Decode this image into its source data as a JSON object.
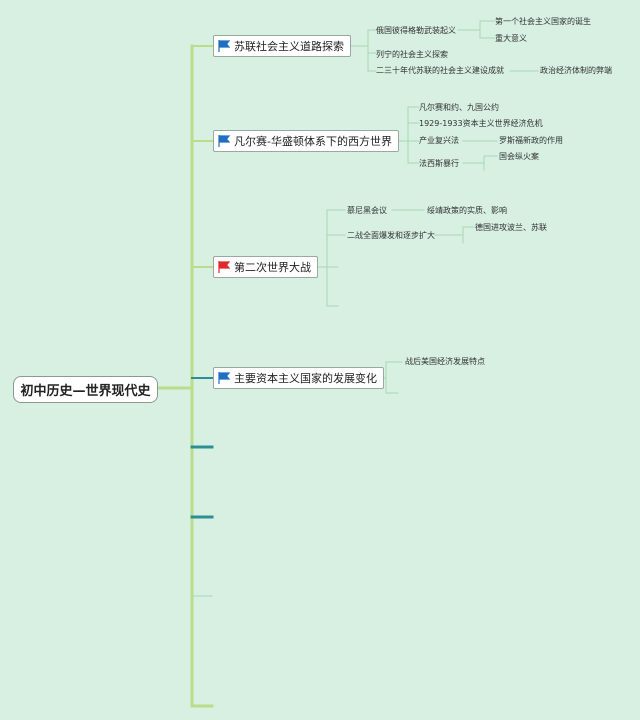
{
  "root": {
    "label": "初中历史—世界现代史"
  },
  "topics": [
    {
      "id": "t1",
      "label": "苏联社会主义道路探索",
      "flag": "blue-flag-icon",
      "flag_color": "#1f6fc2",
      "items": [
        {
          "id": "t1a",
          "label": "俄国彼得格勒武装起义",
          "children": [
            "第一个社会主义国家的诞生",
            "重大意义"
          ]
        },
        {
          "id": "t1b",
          "label": "列宁的社会主义探索",
          "children": []
        },
        {
          "id": "t1c",
          "label": "二三十年代苏联的社会主义建设成就",
          "children": [
            "政治经济体制的弊端"
          ]
        }
      ]
    },
    {
      "id": "t2",
      "label": "凡尔赛-华盛顿体系下的西方世界",
      "flag": "blue-flag-icon",
      "flag_color": "#1f6fc2",
      "items": [
        {
          "id": "t2a",
          "label": "凡尔赛和约、九国公约",
          "children": []
        },
        {
          "id": "t2b",
          "label": "1929-1933资本主义世界经济危机",
          "children": []
        },
        {
          "id": "t2c",
          "label": "产业复兴法",
          "children": [
            "罗斯福新政的作用"
          ]
        },
        {
          "id": "t2d",
          "label": "法西斯暴行",
          "children": [
            "国会纵火案"
          ]
        }
      ]
    },
    {
      "id": "t3",
      "label": "第二次世界大战",
      "flag": "red-flag-icon",
      "flag_color": "#e02a2a",
      "items": [
        {
          "id": "t3a",
          "label": "慕尼黑会议",
          "children": [
            "绥靖政策的实质、影响"
          ]
        },
        {
          "id": "t3b",
          "label": "二战全面爆发和逐步扩大",
          "children": [
            "德国进攻波兰、苏联"
          ]
        }
      ]
    },
    {
      "id": "t4",
      "label": "主要资本主义国家的发展变化",
      "flag": "blue-flag-icon",
      "flag_color": "#1f6fc2",
      "items": [
        {
          "id": "t4a",
          "label": "战后美国经济发展特点",
          "children": []
        }
      ]
    }
  ],
  "colors": {
    "background": "#d7f0e2",
    "trunk": "#b8de8c",
    "branch_dark": "#2e8f93",
    "leaf_line": "#a8d7b3"
  }
}
